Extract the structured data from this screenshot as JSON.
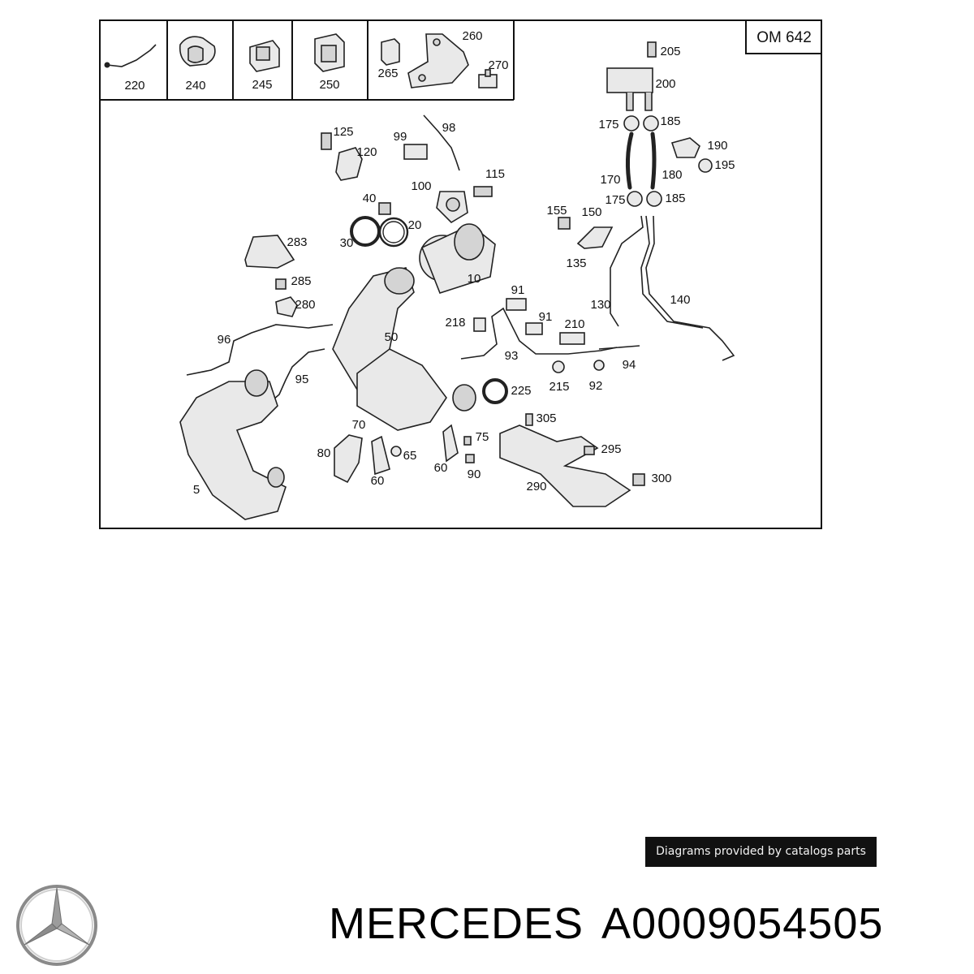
{
  "diagram": {
    "engine_label": "OM 642",
    "legend_labels": [
      "220",
      "240",
      "245",
      "250",
      "265",
      "260",
      "270"
    ],
    "callouts": [
      "205",
      "200",
      "175",
      "185",
      "190",
      "195",
      "170",
      "180",
      "175",
      "185",
      "125",
      "120",
      "99",
      "98",
      "115",
      "100",
      "40",
      "20",
      "30",
      "10",
      "283",
      "285",
      "280",
      "155",
      "150",
      "135",
      "130",
      "140",
      "91",
      "91",
      "218",
      "210",
      "93",
      "94",
      "96",
      "50",
      "95",
      "225",
      "215",
      "92",
      "70",
      "80",
      "65",
      "60",
      "75",
      "60",
      "90",
      "305",
      "295",
      "290",
      "300",
      "5"
    ]
  },
  "watermark": {
    "text": "Diagrams provided by catalogs parts"
  },
  "footer": {
    "brand": "MERCEDES",
    "part_number": "A0009054505"
  },
  "icons": {
    "logo": "mercedes-star-icon"
  }
}
